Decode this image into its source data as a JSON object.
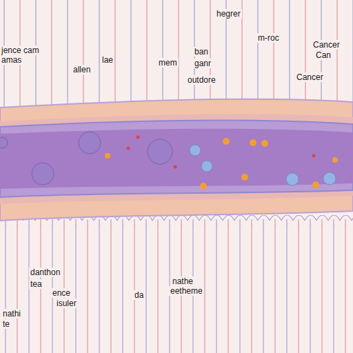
{
  "diagram": {
    "labels": [
      "jence cam",
      "amas",
      "allen",
      "lae",
      "hegrer",
      "ban",
      "mem",
      "ganr",
      "outdore",
      "m-roc",
      "Cancer",
      "Can",
      "Cancer",
      "danthon",
      "tea",
      "ence",
      "isuler",
      "nathe",
      "eetheme",
      "da",
      "nathi",
      "te"
    ]
  }
}
